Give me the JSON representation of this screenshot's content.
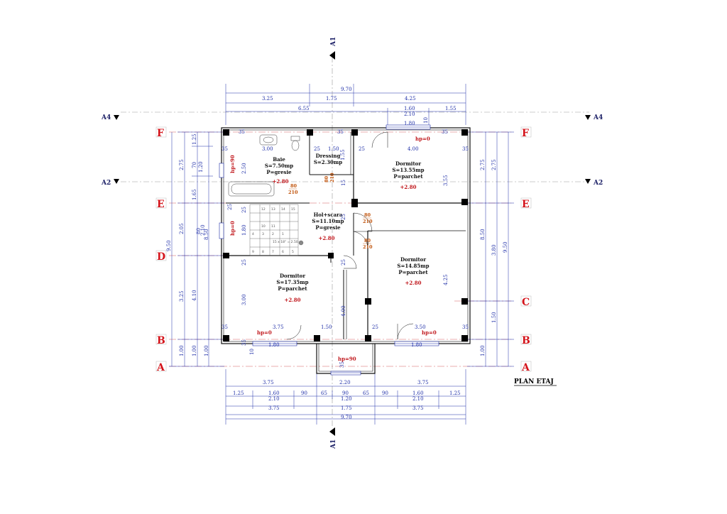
{
  "title": "PLAN ETAJ",
  "colors": {
    "dimension": "#1f2fa8",
    "axis_label": "#d4141b",
    "level": "#c0161b",
    "door_label": "#c0530b",
    "wall": "#111111"
  },
  "axes_rows": [
    "F",
    "E",
    "D",
    "C",
    "B",
    "A"
  ],
  "sections": {
    "a1": "A1",
    "a2": "A2",
    "a4": "A4"
  },
  "dims_top": {
    "total": "9.70",
    "row2": [
      "3.25",
      "1.75",
      "4.25"
    ],
    "row3_left": "6.55",
    "row3_mid": "1.60",
    "row3_right": "1.55",
    "row3_sub": "2.10"
  },
  "dims_bottom": {
    "row1": [
      "3.75",
      "2.20",
      "3.75"
    ],
    "row2": [
      "1.25",
      "1.60",
      "90",
      "65",
      "90",
      "65",
      "90",
      "1.60",
      "1.25"
    ],
    "row3": [
      "2.10",
      "1.20",
      "2.10"
    ],
    "row4": [
      "3.75",
      "1.75",
      "3.75"
    ],
    "total": "9.70"
  },
  "dims_left": {
    "outer": "9.50",
    "col2": [
      "2.75",
      "2.05",
      "3.25",
      "1.00"
    ],
    "col3": [
      "1.25",
      "1.20",
      "1.65",
      "4.10",
      "1.00"
    ],
    "col3b": [
      "70",
      "80",
      "2.10"
    ],
    "col4": [
      "8.50",
      "1.00"
    ]
  },
  "dims_right": {
    "col1": [
      "2.75",
      "8.50",
      "1.00"
    ],
    "col2": [
      "3.80",
      "1.50"
    ],
    "outer": "9.50"
  },
  "rooms": {
    "baie": {
      "name": "Baie",
      "area": "S=7.50mp",
      "floor": "P=gresie",
      "level": "+2.80"
    },
    "dressing": {
      "name": "Dressing",
      "area": "S=2.30mp",
      "floor": ""
    },
    "dormitor1": {
      "name": "Dormitor",
      "area": "S=13.55mp",
      "floor": "P=parchet",
      "level": "+2.80"
    },
    "hol": {
      "name": "Hol+scara",
      "area": "S=11.10mp",
      "floor": "P=gresie",
      "level": "+2.80"
    },
    "dormitor2": {
      "name": "Dormitor",
      "area": "S=14.85mp",
      "floor": "P=parchet",
      "level": "+2.80"
    },
    "dormitor3": {
      "name": "Dormitor",
      "area": "S=17.35mp",
      "floor": "P=parchet",
      "level": "+2.80"
    }
  },
  "doors": {
    "baie": [
      "80",
      "210"
    ],
    "dressing": [
      "80",
      "210"
    ],
    "hol1": [
      "80",
      "210"
    ],
    "hol2": [
      "80",
      "210"
    ]
  },
  "interior_dims": {
    "i35a": "35",
    "i300": "3.00",
    "i25a": "25",
    "i150": "1.50",
    "i25b": "25",
    "i400": "4.00",
    "i35b": "35",
    "v250": "2.50",
    "v155": "1.55",
    "v15": "15",
    "v25c": "25",
    "v180": "1.80",
    "v25d": "25",
    "v300": "3.00",
    "v355": "3.55",
    "v425": "4.25",
    "v400": "4.00",
    "v25e": "25",
    "b35a": "35",
    "b375": "3.75",
    "b150": "1.50",
    "b25": "25",
    "b350": "3.50",
    "b35b": "35",
    "w180a": "1.80",
    "w180b": "1.80",
    "w180c": "1.80",
    "w10a": "10",
    "w10b": "10",
    "c35a": "35",
    "c35b": "35",
    "c35c": "35",
    "c35d": "35",
    "c35e": "35",
    "c25a": "25",
    "c25b": "25"
  },
  "hp": {
    "top": "hp=0",
    "left1": "hp=90",
    "left2": "hp=0",
    "bot1": "hp=0",
    "bot2": "hp=0",
    "entr": "hp=90"
  },
  "stair_label": "15 x 18\" = 2.50",
  "stair_numbers": [
    "12",
    "13",
    "14",
    "15",
    "10",
    "11",
    "9",
    "8",
    "7",
    "6",
    "5",
    "4",
    "3",
    "2",
    "1"
  ]
}
